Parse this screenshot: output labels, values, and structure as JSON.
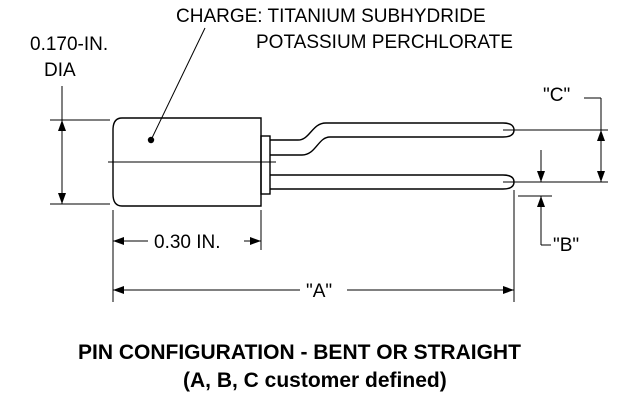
{
  "labels": {
    "charge_line1": "CHARGE: TITANIUM SUBHYDRIDE",
    "charge_line2": "POTASSIUM PERCHLORATE",
    "dia_line1": "0.170-IN.",
    "dia_line2": "DIA",
    "body_length": "0.30 IN.",
    "dim_a": "\"A\"",
    "dim_b": "\"B\"",
    "dim_c": "\"C\""
  },
  "caption": {
    "line1": "PIN CONFIGURATION - BENT OR STRAIGHT",
    "line2": "(A, B, C customer defined)"
  }
}
